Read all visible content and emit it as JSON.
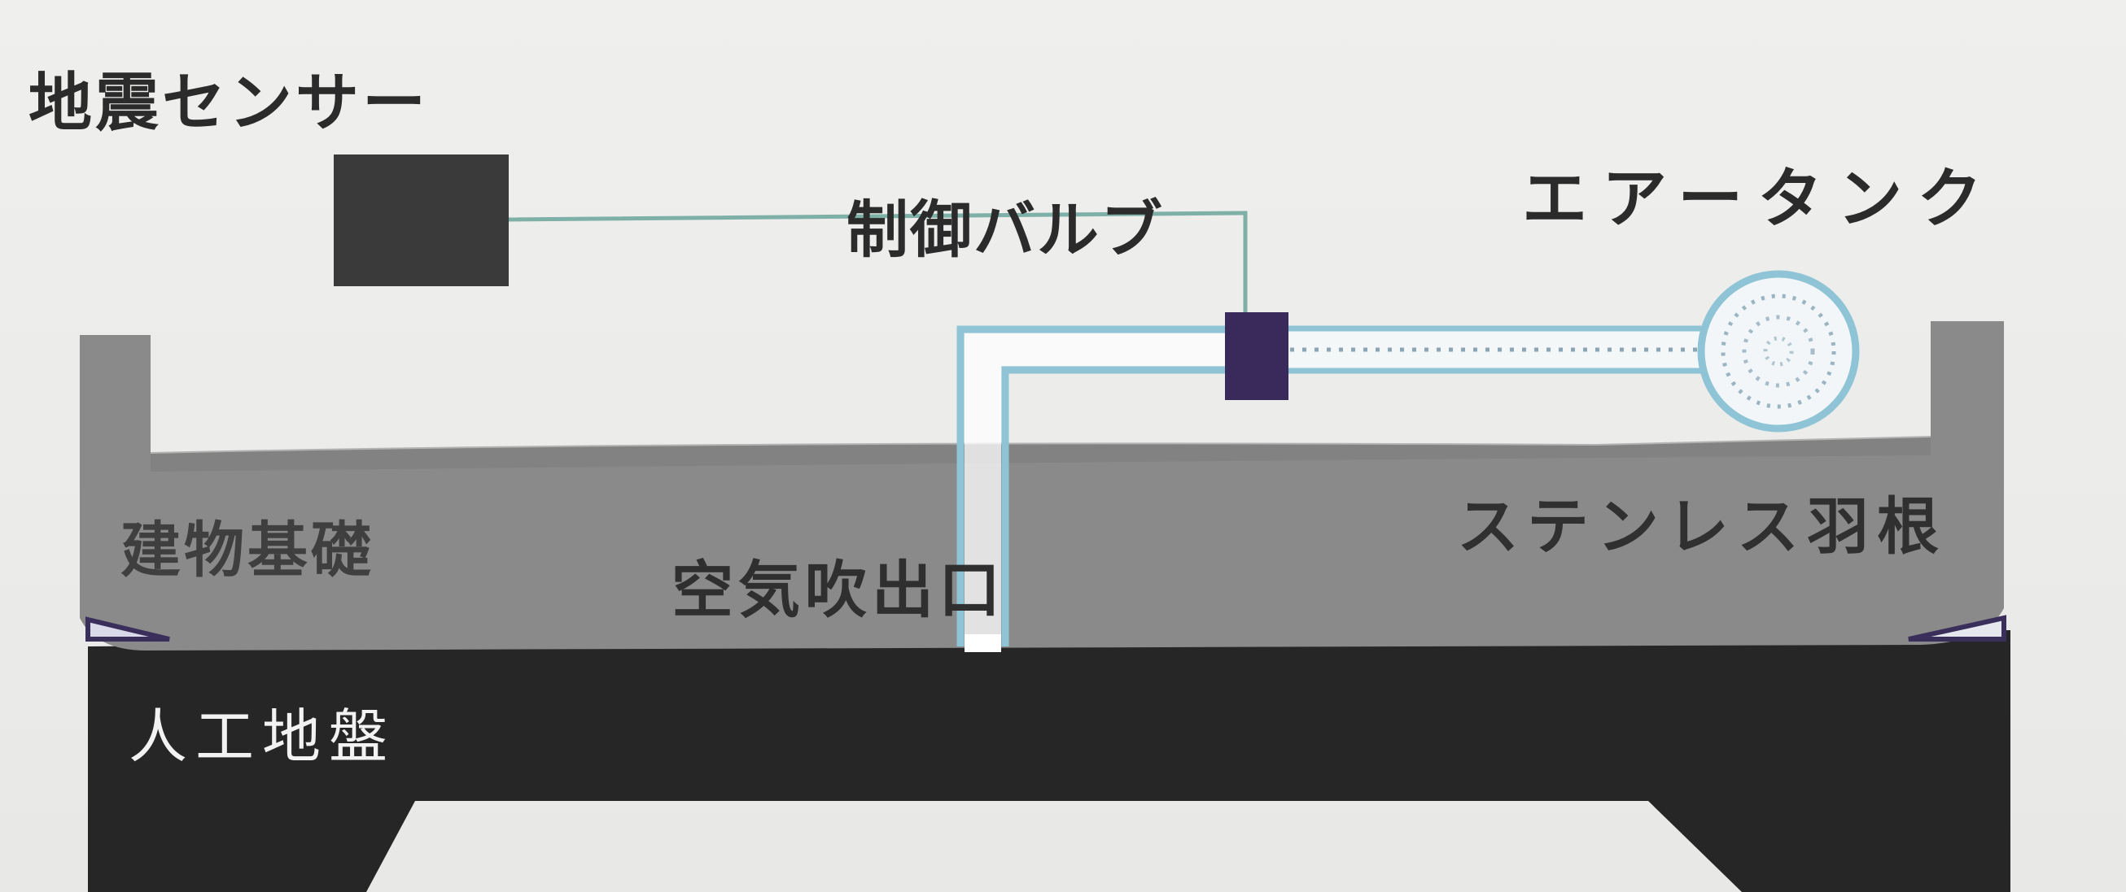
{
  "labels": {
    "sensor": "地震センサー",
    "valve": "制御バルブ",
    "tank": "エアータンク",
    "foundation": "建物基礎",
    "outlet": "空気吹出口",
    "blade": "ステンレス羽根",
    "ground": "人工地盤"
  },
  "colors": {
    "background": "#eeeeec",
    "ground": "#262626",
    "foundation": "#8a8a8a",
    "sensor": "#3a3a3a",
    "valve": "#3a2a5c",
    "pipe": "#8fc4d6",
    "signal_line": "#7fb0a8"
  }
}
